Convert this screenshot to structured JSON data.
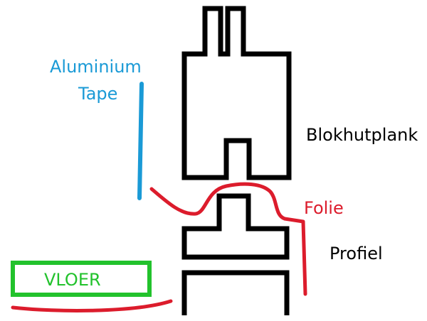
{
  "labels": {
    "aluminium_line1": "Aluminium",
    "aluminium_line2": "Tape",
    "blokhutplank": "Blokhutplank",
    "folie": "Folie",
    "profiel": "Profiel",
    "vloer": "VLOER"
  },
  "colors": {
    "outline": "#000000",
    "tape": "#1a9ad6",
    "folie": "#dc1c2c",
    "vloer": "#22c22c",
    "background": "#ffffff"
  }
}
